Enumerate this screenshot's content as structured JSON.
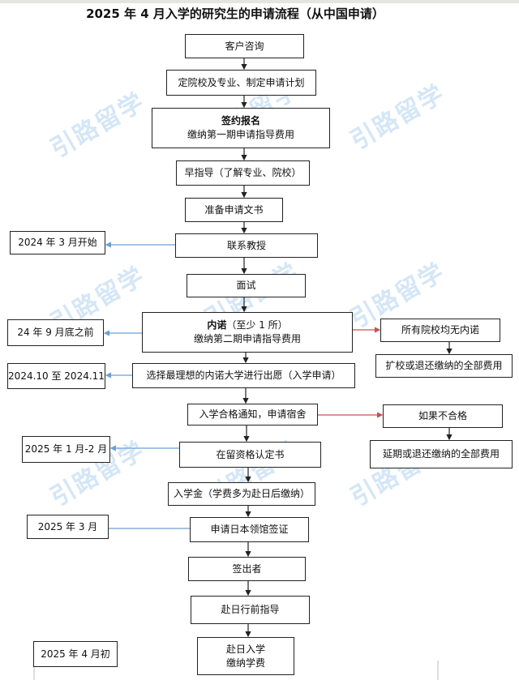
{
  "title": "2025 年 4 月入学的研究生的申请流程（从中国申请）",
  "watermark": "引路留学",
  "main_steps": [
    {
      "line1": "客户咨询"
    },
    {
      "line1": "定院校及专业、制定申请计划"
    },
    {
      "line1": "签约报名",
      "line2": "缴纳第一期申请指导费用"
    },
    {
      "line1": "早指导（了解专业、院校）"
    },
    {
      "line1": "准备申请文书"
    },
    {
      "line1": "联系教授"
    },
    {
      "line1": "面试"
    },
    {
      "line1": "内诺",
      "line1_suffix": "（至少 1 所）",
      "line2": "缴纳第二期申请指导费用"
    },
    {
      "line1": "选择最理想的内诺大学进行出愿（入学申请）"
    },
    {
      "line1": "入学合格通知，申请宿舍"
    },
    {
      "line1": "在留资格认定书"
    },
    {
      "line1": "入学金（学费多为赴日后缴纳）"
    },
    {
      "line1": "申请日本领馆签证"
    },
    {
      "line1": "签出者"
    },
    {
      "line1": "赴日行前指导"
    },
    {
      "line1": "赴日入学",
      "line2": "缴纳学费"
    }
  ],
  "timeline": [
    "2024 年 3 月开始",
    "24 年 9 月底之前",
    "2024.10 至 2024.11",
    "2025 年 1 月-2 月",
    "2025 年 3 月",
    "2025 年 4 月初"
  ],
  "branches": [
    "所有院校均无内诺",
    "扩校或退还缴纳的全部费用",
    "如果不合格",
    "延期或退还缴纳的全部费用"
  ],
  "colors": {
    "timeline_line": "#6a9fd4",
    "branch_line": "#c85050",
    "watermark": "#d4e6f7"
  }
}
